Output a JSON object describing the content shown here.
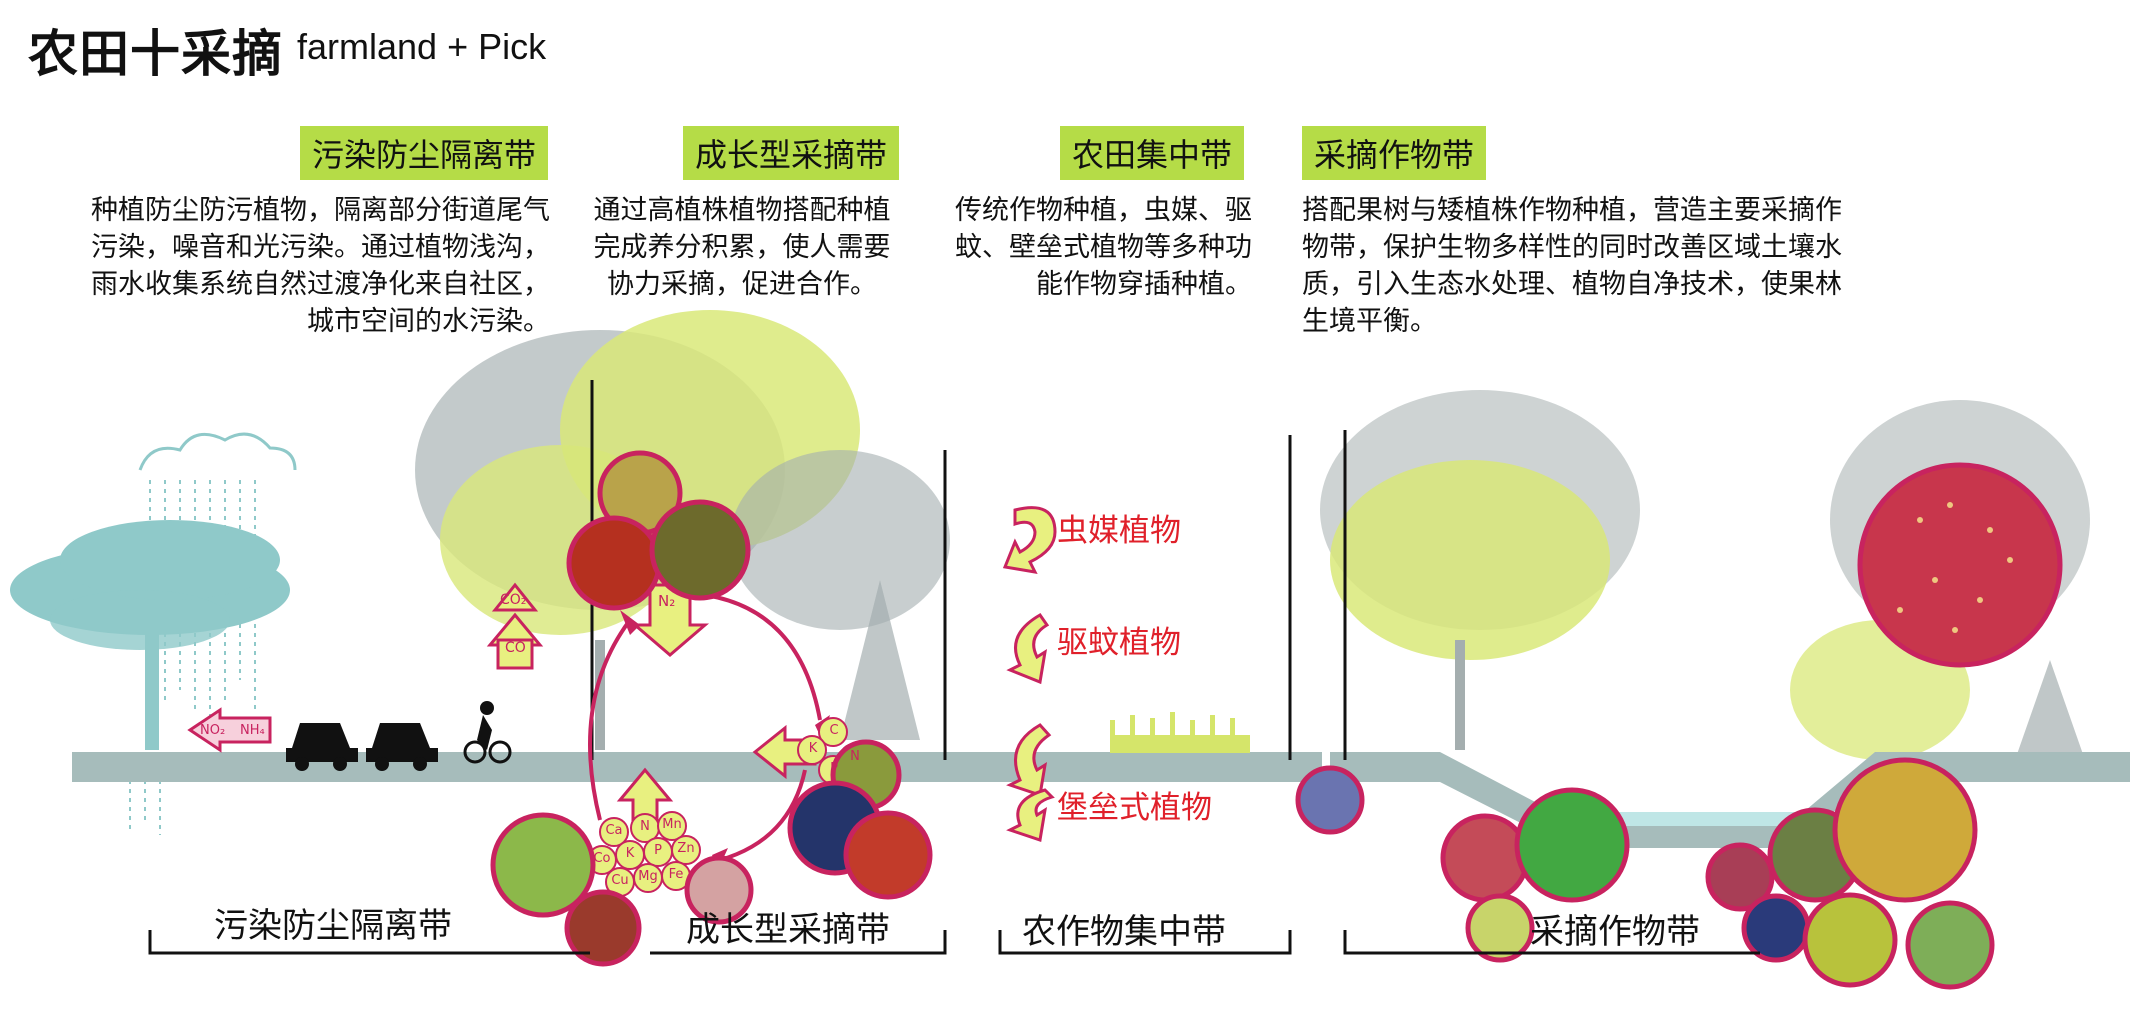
{
  "title": {
    "cn": "农田十采摘",
    "en": "farmland + Pick"
  },
  "zones": [
    {
      "tag": "污染防尘隔离带",
      "desc": [
        "种植防尘防污植物，隔离部分街道尾气",
        "污染，噪音和光污染。通过植物浅沟，",
        "雨水收集系统自然过渡净化来自社区，",
        "城市空间的水污染。"
      ]
    },
    {
      "tag": "成长型采摘带",
      "desc": [
        "通过高植株植物搭配种植",
        "完成养分积累，使人需要",
        "协力采摘，促进合作。"
      ]
    },
    {
      "tag": "农田集中带",
      "desc": [
        "传统作物种植，虫媒、驱",
        "蚊、壁垒式植物等多种功",
        "能作物穿插种植。"
      ]
    },
    {
      "tag": "采摘作物带",
      "desc": [
        "搭配果树与矮植株作物种植，营造主要采摘作",
        "物带，保护生物多样性的同时改善区域土壤水",
        "质，引入生态水处理、植物自净技术，使果林",
        "生境平衡。"
      ]
    }
  ],
  "bottom_labels": [
    "污染防尘隔离带",
    "成长型采摘带",
    "农作物集中带",
    "采摘作物带"
  ],
  "plant_labels": [
    "虫媒植物",
    "驱蚊植物",
    "堡垒式植物"
  ],
  "arrow_labels": {
    "co2": "CO₂",
    "co": "CO",
    "no2": "NO₂",
    "nh4": "NH₄",
    "n2": "N₂",
    "nutrients": [
      "Ca",
      "N",
      "Mn",
      "Co",
      "K",
      "P",
      "Zn",
      "Cu",
      "Mg",
      "Fe"
    ],
    "kcpn": [
      "K",
      "C",
      "P",
      "N"
    ]
  },
  "colors": {
    "tag_green": "#b5dc47",
    "magenta": "#c8235f",
    "ground": "#a6bcbb",
    "tree_blue": "#8fc9c9",
    "tree_lime": "#d5e56a",
    "tree_grey": "#9aa5a6",
    "label_red": "#e0202a",
    "water": "#bfe6e6"
  }
}
